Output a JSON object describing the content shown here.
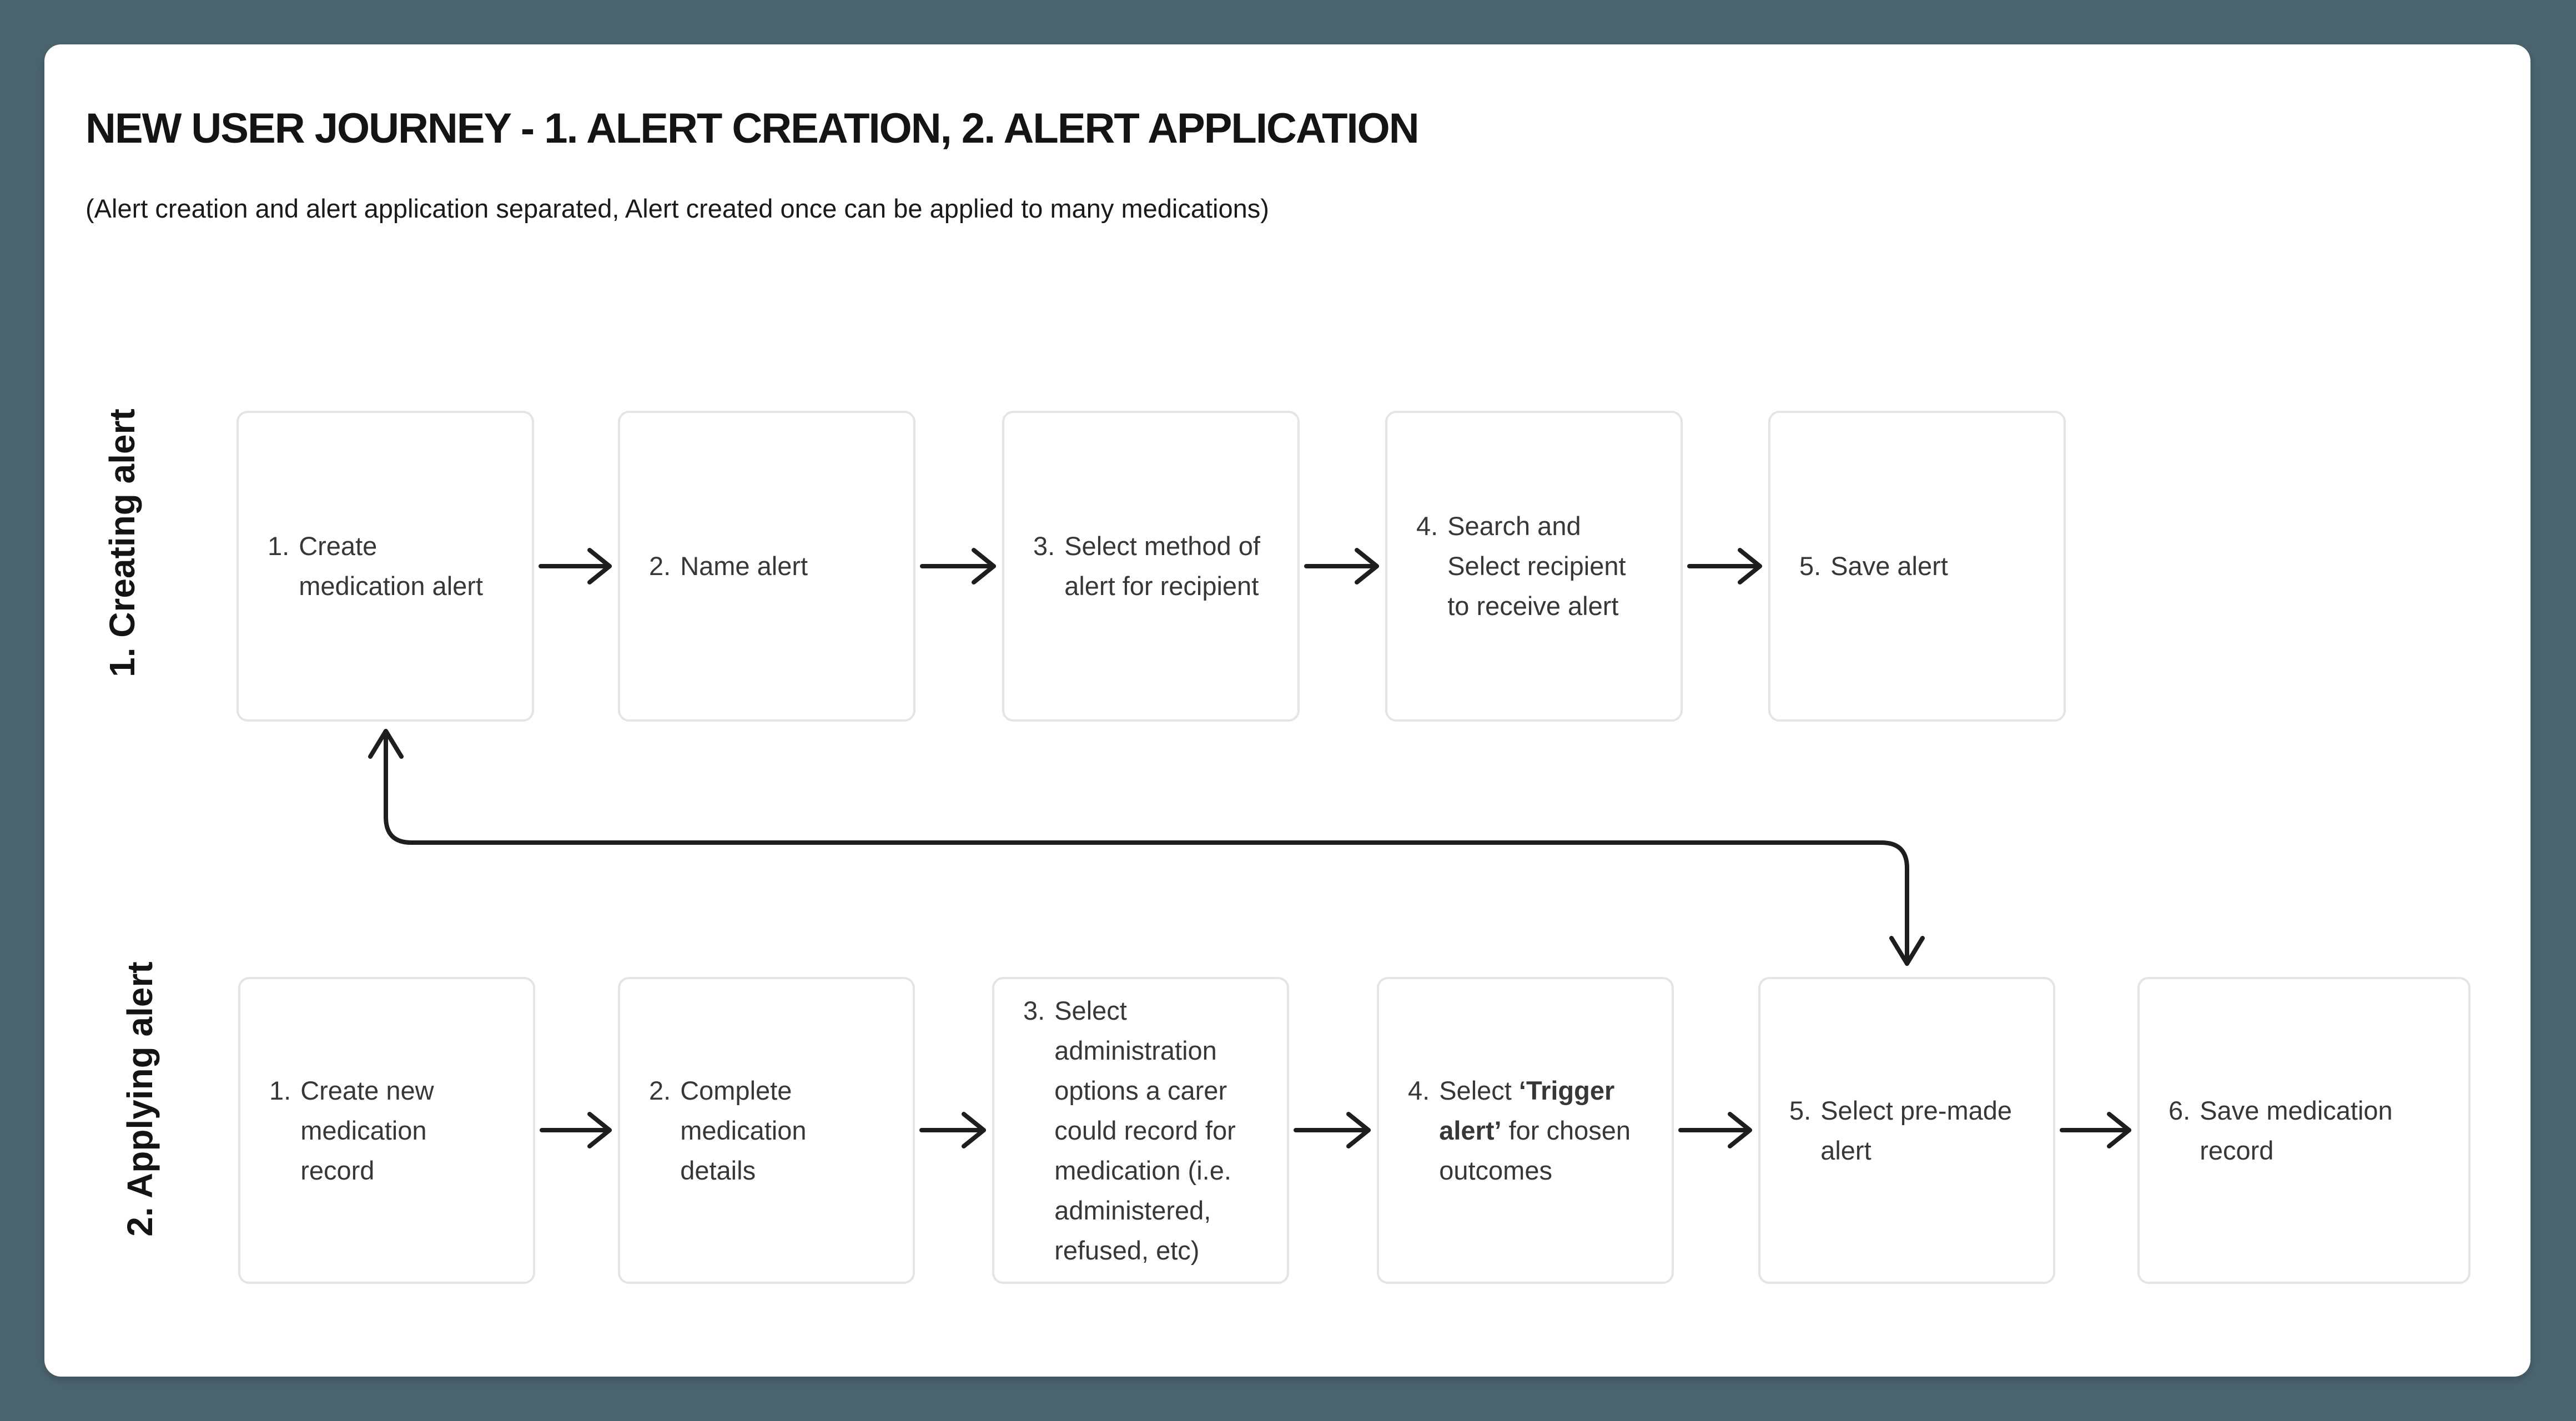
{
  "colors": {
    "background": "#4C6670",
    "card": "#FFFFFF",
    "box_border": "#E4E4E4",
    "arrow_line": "#1E1E1E",
    "box_text": "#373737",
    "heading_text": "#141414"
  },
  "header": {
    "title": "NEW USER JOURNEY - 1. ALERT CREATION, 2. ALERT APPLICATION",
    "subtitle": "(Alert creation and alert application separated,  Alert created once can be applied to many medications)"
  },
  "rows": [
    {
      "label": "1. Creating alert",
      "boxes": [
        {
          "num": "1.",
          "parts": [
            {
              "t": "Create\nmedication alert"
            }
          ]
        },
        {
          "num": "2.",
          "parts": [
            {
              "t": "Name alert"
            }
          ]
        },
        {
          "num": "3.",
          "parts": [
            {
              "t": "Select method of\nalert for recipient"
            }
          ]
        },
        {
          "num": "4.",
          "parts": [
            {
              "t": "Search and\nSelect recipient\nto receive alert"
            }
          ]
        },
        {
          "num": "5.",
          "parts": [
            {
              "t": "Save alert"
            }
          ]
        }
      ]
    },
    {
      "label": "2. Applying alert",
      "boxes": [
        {
          "num": "1.",
          "parts": [
            {
              "t": "Create new\nmedication\nrecord"
            }
          ]
        },
        {
          "num": "2.",
          "parts": [
            {
              "t": "Complete\nmedication\ndetails"
            }
          ]
        },
        {
          "num": "3.",
          "parts": [
            {
              "t": "Select\nadministration\noptions a carer\ncould record for\nmedication (i.e.\nadministered,\nrefused, etc)"
            }
          ]
        },
        {
          "num": "4.",
          "parts": [
            {
              "t": "Select "
            },
            {
              "t": "‘Trigger\nalert’",
              "b": true
            },
            {
              "t": " for chosen\noutcomes"
            }
          ]
        },
        {
          "num": "5.",
          "parts": [
            {
              "t": "Select pre-made\nalert"
            }
          ]
        },
        {
          "num": "6.",
          "parts": [
            {
              "t": "Save medication\nrecord"
            }
          ]
        }
      ]
    }
  ]
}
